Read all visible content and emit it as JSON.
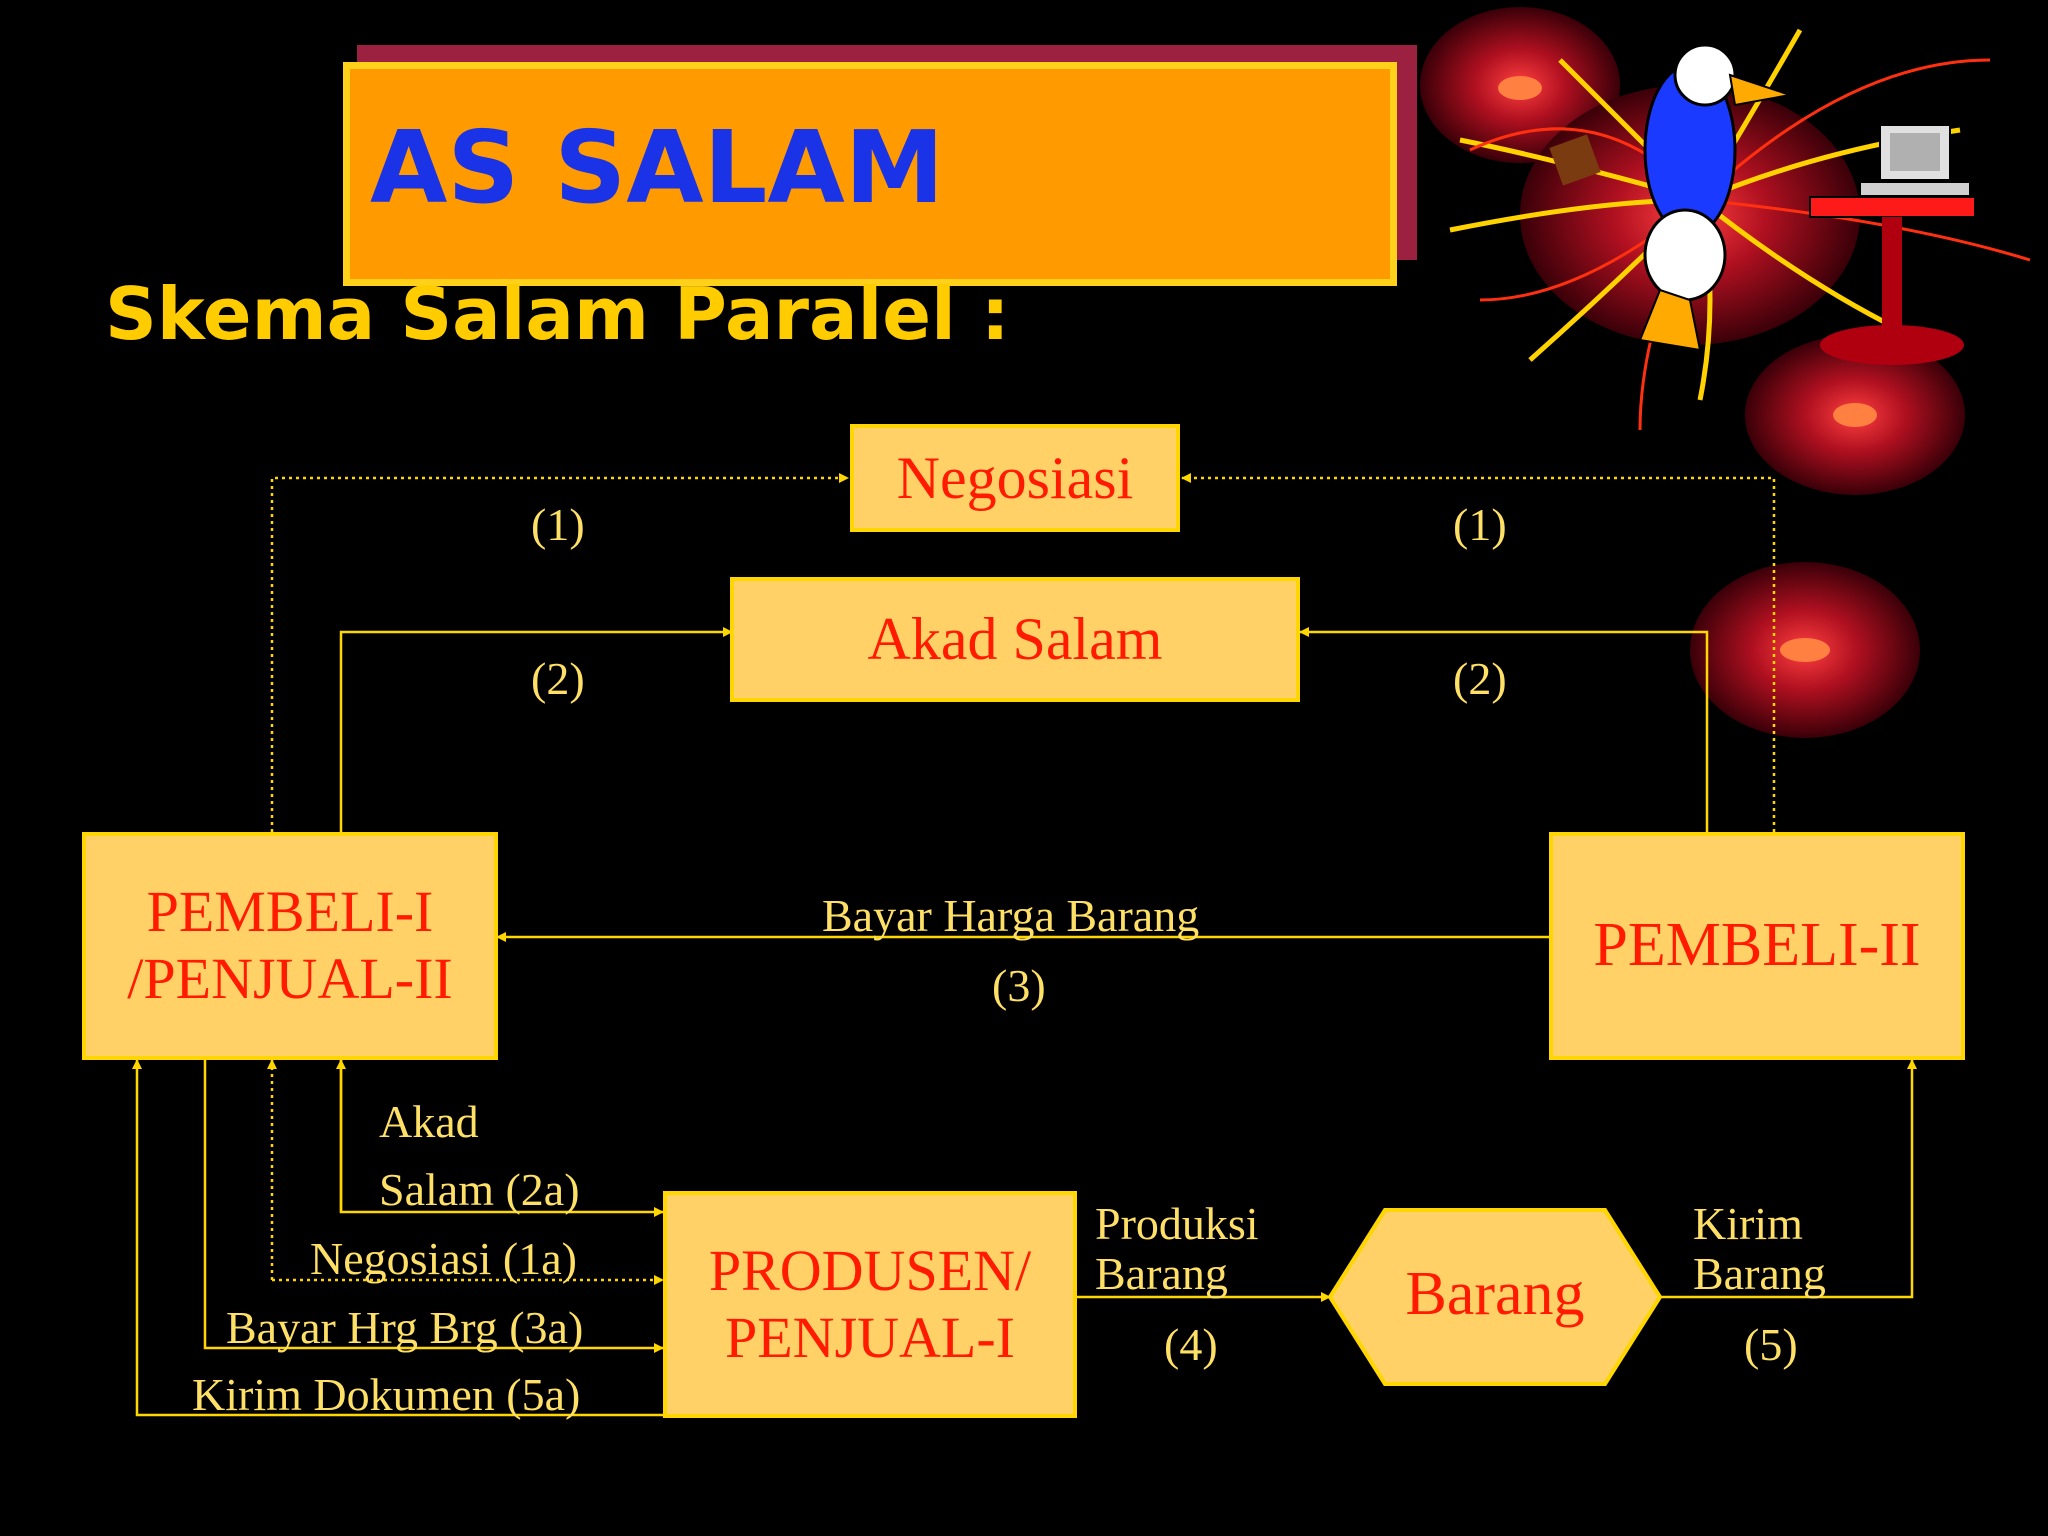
{
  "title": "AS SALAM",
  "subtitle": "Skema Salam Paralel :",
  "colors": {
    "background": "#000000",
    "title_fill": "#ff9a00",
    "title_text": "#1a33e6",
    "subtitle_text": "#ffcc00",
    "box_fill": "#ffd166",
    "box_text": "#ff1a00",
    "connector": "#ffd600",
    "label_text": "#ffe066"
  },
  "nodes": {
    "negosiasi": "Negosiasi",
    "akad_salam": "Akad Salam",
    "pembeli_i": [
      "PEMBELI-I",
      "/PENJUAL-II"
    ],
    "pembeli_ii": "PEMBELI-II",
    "produsen": [
      "PRODUSEN/",
      "PENJUAL-I"
    ],
    "barang": "Barang"
  },
  "labels": {
    "step1": "(1)",
    "step2": "(2)",
    "bayar_harga_barang": "Bayar Harga Barang",
    "step3": "(3)",
    "akad": "Akad",
    "salam_2a": "Salam  (2a)",
    "negosiasi_1a": "Negosiasi  (1a)",
    "bayar_3a": "Bayar Hrg Brg (3a)",
    "kirim_dokumen_5a": "Kirim Dokumen (5a)",
    "produksi": "Produksi",
    "barang": "Barang",
    "step4": "(4)",
    "kirim": "Kirim",
    "step5": "(5)"
  },
  "icons": [
    "fireworks-illustration",
    "duck-cartoon-icon",
    "computer-desk-icon"
  ]
}
